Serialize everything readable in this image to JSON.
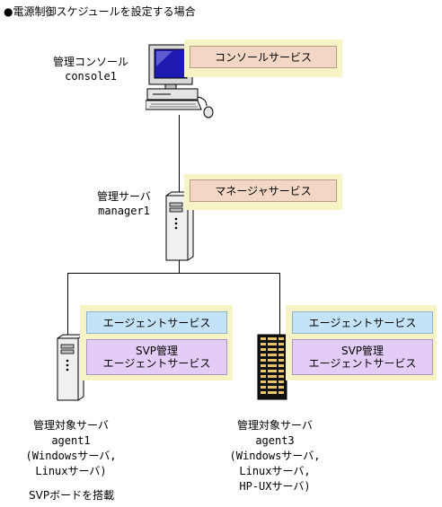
{
  "title": "●電源制御スケジュールを設定する場合",
  "console": {
    "role": "管理コンソール",
    "host": "console1",
    "services": [
      "コンソールサービス"
    ]
  },
  "manager": {
    "role": "管理サーバ",
    "host": "manager1",
    "services": [
      "マネージャサービス"
    ]
  },
  "agent1": {
    "role": "管理対象サーバ",
    "host": "agent1",
    "os_line1": "(Windowsサーバ,",
    "os_line2": "Linuxサーバ)",
    "note": "SVPボードを搭載",
    "service_agent": "エージェントサービス",
    "service_svp_line1": "SVP管理",
    "service_svp_line2": "エージェントサービス"
  },
  "agent3": {
    "role": "管理対象サーバ",
    "host": "agent3",
    "os_line1": "(Windowsサーバ,",
    "os_line2": "Linuxサーバ,",
    "os_line3": "HP-UXサーバ)",
    "service_agent": "エージェントサービス",
    "service_svp_line1": "SVP管理",
    "service_svp_line2": "エージェントサービス"
  },
  "colors": {
    "yellow_bg": "#f6f3c4",
    "tan_service": "#f2d8c4",
    "blue_service": "#c5e3f7",
    "purple_service": "#e3cdf6"
  }
}
